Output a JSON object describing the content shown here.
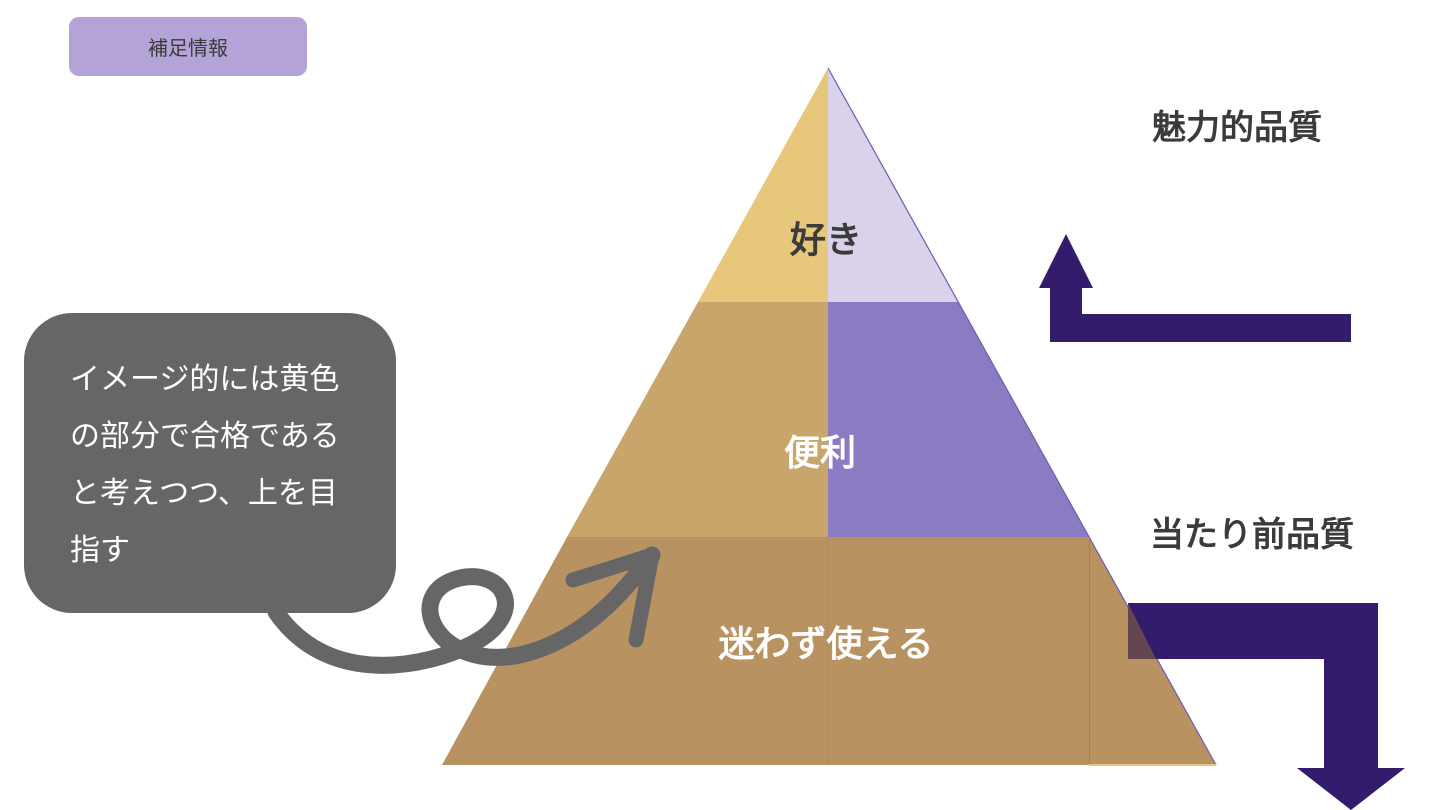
{
  "tag": {
    "label": "補足情報"
  },
  "pyramid": {
    "top": "好き",
    "middle": "便利",
    "bottom": "迷わず使える"
  },
  "right_labels": {
    "attractive_quality": "魅力的品質",
    "must_be_quality": "当たり前品質"
  },
  "callout": {
    "lines": [
      "イメージ的には黄色",
      "の部分で合格である",
      "と考えつつ、上を目",
      "指す"
    ]
  },
  "colors": {
    "gold_light": "#e6c77c",
    "lavender_light": "#dad1ea",
    "gold_mid": "#c8a56b",
    "purple_mid": "#8b7bc2",
    "gold_dark": "#b99262",
    "arrow_navy": "#341c6c",
    "callout_gray": "#666666",
    "tag_purple": "#b4a3d6"
  }
}
